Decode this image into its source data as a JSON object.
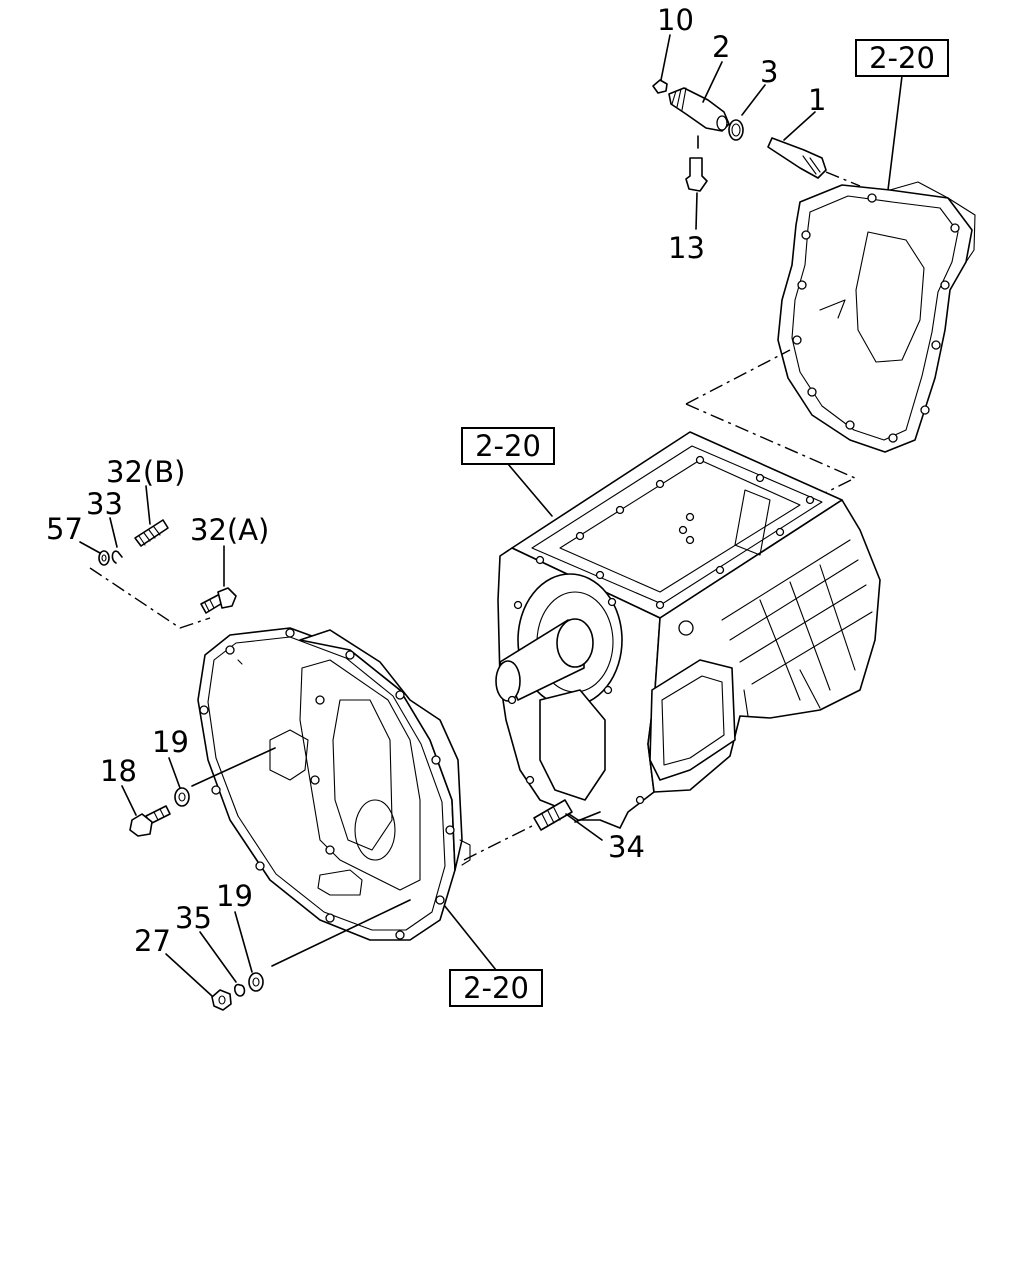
{
  "callouts": {
    "c1": "1",
    "c2": "2",
    "c3": "3",
    "c10": "10",
    "c13": "13",
    "c18": "18",
    "c19a": "19",
    "c19b": "19",
    "c27": "27",
    "c32a": "32(A)",
    "c32b": "32(B)",
    "c33": "33",
    "c34": "34",
    "c35": "35",
    "c57": "57"
  },
  "refs": {
    "top_right": "2-20",
    "center": "2-20",
    "bottom": "2-20"
  }
}
